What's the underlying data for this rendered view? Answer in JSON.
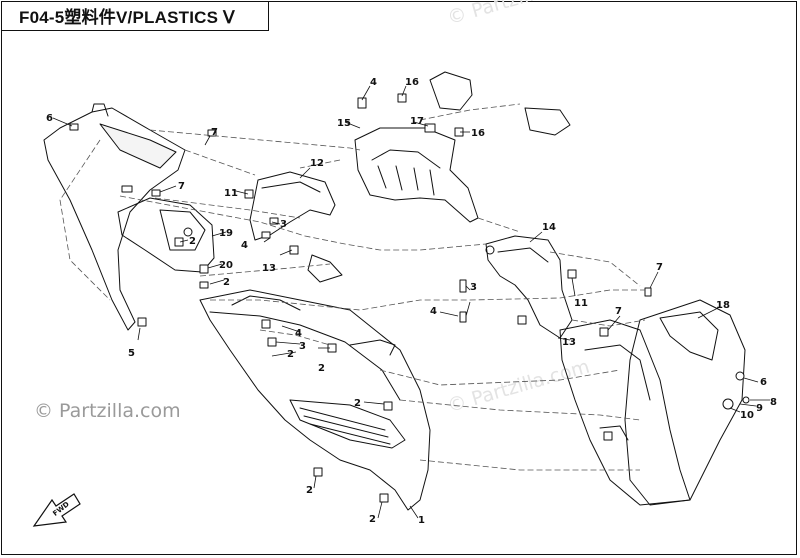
{
  "diagram": {
    "title": "F04-5塑料件V/PLASTICS Ⅴ",
    "watermarks": {
      "bottom_left": "© Partzilla.com",
      "center_right": "© Partzilla.com",
      "top_right": "© Partzilla.com"
    },
    "direction_badge": "FWD",
    "callouts": [
      "1",
      "2",
      "3",
      "4",
      "5",
      "6",
      "7",
      "8",
      "9",
      "10",
      "11",
      "12",
      "13",
      "14",
      "15",
      "16",
      "17",
      "18",
      "19",
      "20"
    ],
    "line_color": "#111111",
    "dash_color": "#555555"
  }
}
